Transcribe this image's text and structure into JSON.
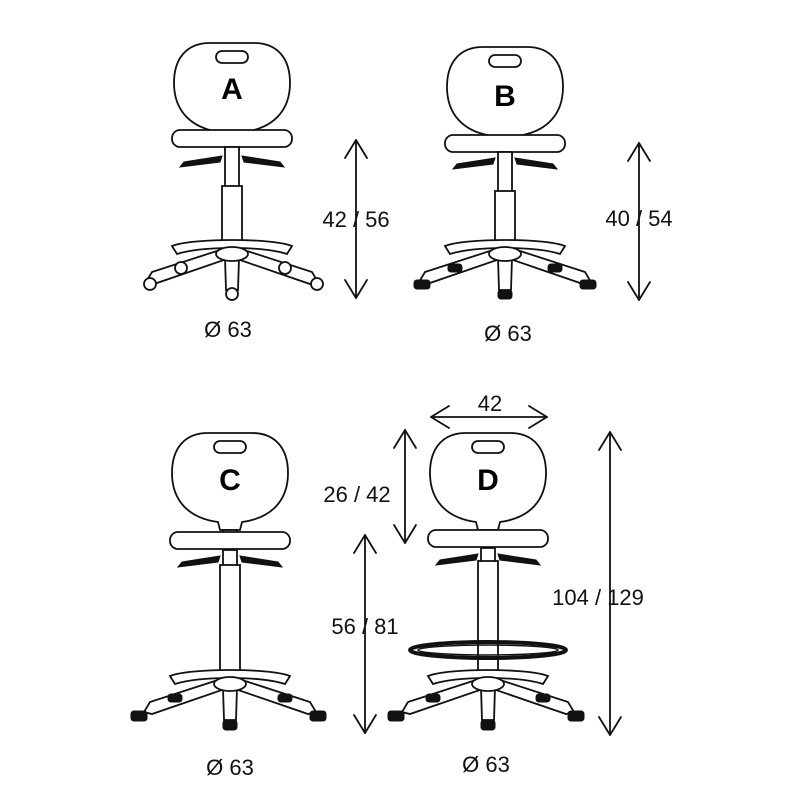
{
  "chairs": [
    {
      "letter": "A",
      "base_label": "Ø 63",
      "height_label": "42 / 56",
      "feet": "castors"
    },
    {
      "letter": "B",
      "base_label": "Ø 63",
      "height_label": "40 / 54",
      "feet": "glides"
    },
    {
      "letter": "C",
      "base_label": "Ø 63",
      "height_label": "56 / 81",
      "feet": "glides"
    },
    {
      "letter": "D",
      "base_label": "Ø 63",
      "height_label": "104 / 129",
      "width_label": "42",
      "backrest_label": "26 / 42",
      "feet": "glides",
      "foot_ring": true
    }
  ]
}
